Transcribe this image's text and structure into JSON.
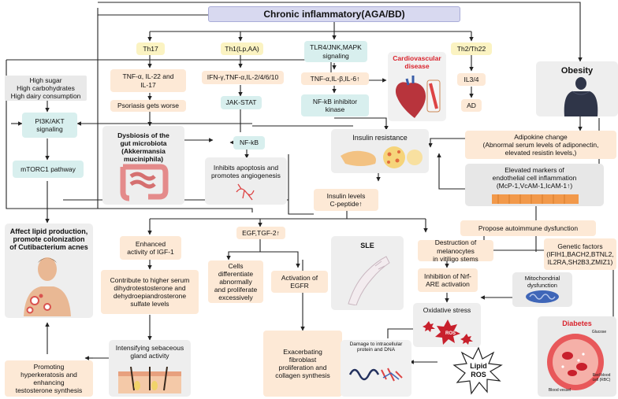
{
  "title": "Chronic inflammatory(AGA/BD)",
  "nodes": {
    "th17": "Th17",
    "th1": "Th1(Lp,AA)",
    "tlr4": "TLR4/JNK,MAPK\nsignaling",
    "th2": "Th2/Th22",
    "obesity": "Obesity",
    "diet": "High sugar\nHigh carbohydrates\nHigh dairy consumption",
    "tnf_il22": "TNF-α,  IL-22 and\nIL-17",
    "ifn": "IFN-γ,TNF-α,IL-2/4/6/10",
    "tnf_il1b": "TNF-α,IL-β,IL-6↑",
    "cardio": "Cardiovascular\ndisease",
    "il34": "IL3/4",
    "ad": "AD",
    "pi3k": "PI3K/AKT\nsignaling",
    "psoriasis": "Psoriasis gets worse",
    "jakstat": "JAK-STAT",
    "nfkb_inhib": "NF-kB inhibitor\nkinase",
    "dysbiosis": "Dysbiosis of the\ngut microbiota\n(Akkermansia muciniphila)",
    "nfkb": "NF-kB",
    "insulin_res": "Insulin resistance",
    "adipokine": "Adipokine change\n(Abnormal serum levels of adiponectin,\nelevated resistin levels,)",
    "mtorc1": "mTORC1 pathway",
    "apoptosis": "Inhibits apoptosis and\npromotes angiogenesis",
    "endothelial": "Elevated markers of\nendothelial cell inflammation\n(McP-1,VcAM-1,IcAM-1↑)",
    "insulin_levels": "Insulin levels\nC-peptide↑",
    "lipid": "Affect lipid production,\npromote colonization\nof Cutibacterium acnes",
    "igf1": "Enhanced\nactivity of IGF-1",
    "egf": "EGF,TGF-2↑",
    "sle": "SLE",
    "propose": "Propose autoimmune dysfunction",
    "melanocytes": "Destruction of melanocytes\nin vitiligo stems",
    "genetic": "Genetic factors\n(IFIH1,BACH2,BTNL2,\nIL2RA,SH2B3,ZMIZ1)",
    "dht": "Contribute to higher serum\ndihydrotestosterone and\ndehydroepiandrosterone\nsulfate levels",
    "cells": "Cells\ndifferentiate\nabnormally\nand proliferate\nexcessively",
    "egfr": "Activation of\nEGFR",
    "nrf": "Inhibition of Nrf-\nARE activation",
    "mito": "Mitochondrial\ndysfunction",
    "oxidative": "Oxidative stress",
    "ros": "ROS",
    "sebaceous": "Intensifying sebaceous\ngland activity",
    "diabetes": "Diabetes",
    "hyperkeratosis": "Promoting\nhyperkeratosis and\nenhancing\ntestosterone synthesis",
    "fibroblast": "Exacerbating\nfibroblast\nproliferation and\ncollagen synthesis",
    "damage": "Damage to intracellular\nprotein and DNA",
    "lipid_ros": "Lipid\nROS"
  },
  "diabetes_labels": {
    "glucose": "Glucose",
    "rbc": "Red blood\ncell (RBC)",
    "vessel": "Blood vessel"
  },
  "colors": {
    "peach": "#fde9d6",
    "yellow": "#fbf3c2",
    "mint": "#d8efee",
    "grey_panel": "#e9e9e9",
    "title_bg": "#d8d9f0",
    "highlight_red": "#d9232d",
    "line": "#222222"
  }
}
